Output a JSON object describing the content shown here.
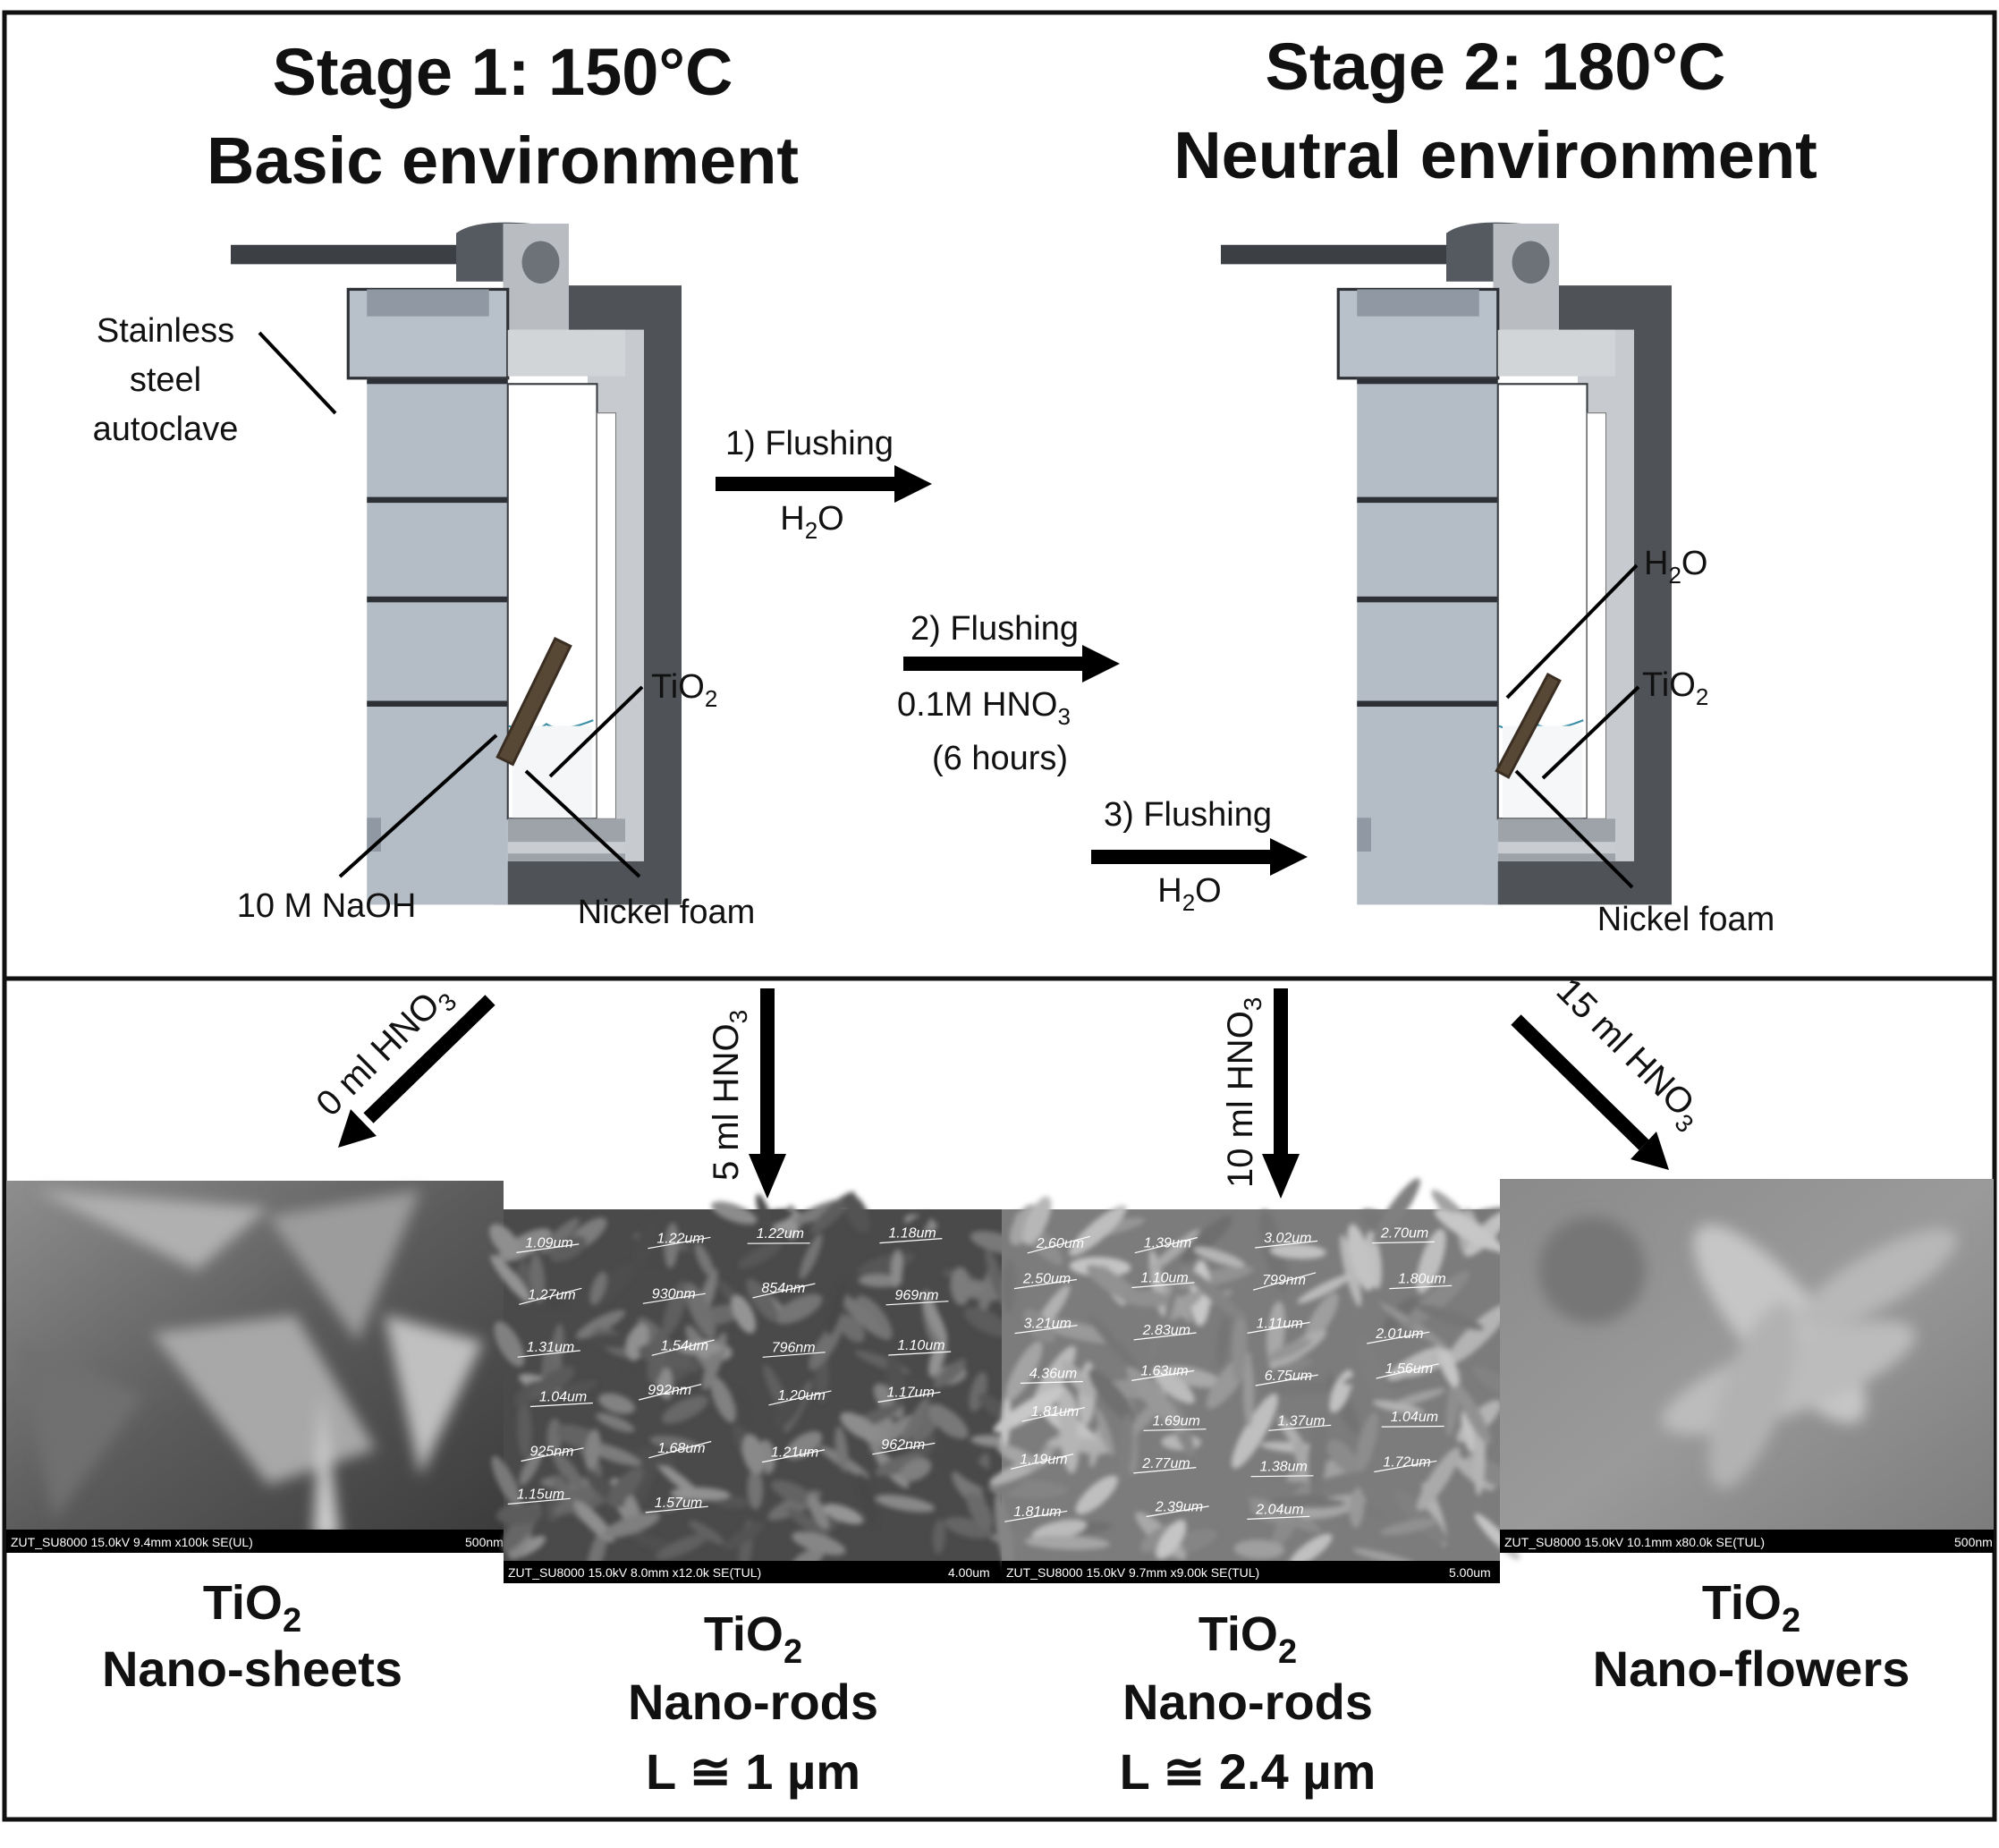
{
  "stage1": {
    "title_line1": "Stage 1: 150°C",
    "title_line2": "Basic environment"
  },
  "stage2": {
    "title_line1": "Stage 2: 180°C",
    "title_line2": "Neutral environment"
  },
  "labels": {
    "autoclave_l1": "Stainless",
    "autoclave_l2": "steel",
    "autoclave_l3": "autoclave",
    "naoh": "10 M NaOH",
    "nickel_foam": "Nickel foam",
    "tio2_base": "TiO",
    "sub2": "2",
    "sub3": "3",
    "h2o_base1": "H",
    "h2o_base2": "O"
  },
  "flushing": {
    "step1": "1) Flushing",
    "step2": "2) Flushing",
    "step2_reagent": "0.1M HNO",
    "step2_time": "(6 hours)",
    "step3": "3) Flushing"
  },
  "arrows": {
    "a0": "0 ml HNO",
    "a5": "5 ml HNO",
    "a10": "10 ml HNO",
    "a15": "15 ml HNO"
  },
  "results": {
    "sheets": "Nano-sheets",
    "rods1_name": "Nano-rods",
    "rods1_len": "L ≅ 1 µm",
    "rods2_name": "Nano-rods",
    "rods2_len": "L ≅ 2.4 µm",
    "flowers": "Nano-flowers"
  },
  "sem": {
    "img1_info": "ZUT_SU8000 15.0kV 9.4mm x100k SE(UL)",
    "img1_scale": "500nm",
    "img2_info": "ZUT_SU8000 15.0kV 8.0mm x12.0k SE(TUL)",
    "img2_scale": "4.00um",
    "img3_info": "ZUT_SU8000 15.0kV 9.7mm x9.00k SE(TUL)",
    "img3_scale": "5.00um",
    "img4_info": "ZUT_SU8000 15.0kV 10.1mm x80.0k SE(TUL)",
    "img4_scale": "500nm",
    "rods1_measurements": [
      "1.09um",
      "1.22um",
      "1.22um",
      "1.18um",
      "1.27um",
      "930nm",
      "854nm",
      "969nm",
      "1.31um",
      "1.54um",
      "796nm",
      "1.10um",
      "1.04um",
      "992nm",
      "1.20um",
      "1.17um",
      "925nm",
      "1.68um",
      "1.21um",
      "962nm",
      "1.15um",
      "1.57um"
    ],
    "rods2_measurements": [
      "2.60um",
      "1.39um",
      "3.02um",
      "2.70um",
      "2.50um",
      "1.10um",
      "799nm",
      "1.80um",
      "3.21um",
      "2.83um",
      "1.11um",
      "2.01um",
      "4.36um",
      "1.63um",
      "6.75um",
      "1.56um",
      "1.81um",
      "1.69um",
      "1.37um",
      "1.04um",
      "1.19um",
      "2.77um",
      "1.38um",
      "1.72um",
      "1.81um",
      "2.39um",
      "2.04um"
    ]
  },
  "colors": {
    "frame": "#111111",
    "autoclave_body": "#aeb6bf",
    "autoclave_dark": "#4a4d52",
    "liner": "#ffffff",
    "arrow": "#000000"
  }
}
